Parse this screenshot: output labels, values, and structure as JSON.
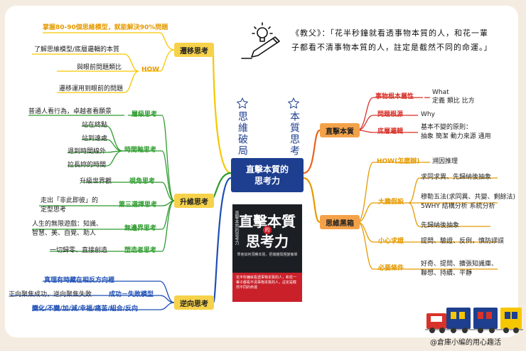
{
  "quote": {
    "line1": "《教父》：「花半秒鐘就看透事物本質的人，和花一輩",
    "line2": "子都看不清事物本質的人，註定是截然不同的命運。」"
  },
  "center": {
    "title": "直擊本質的\n思考力"
  },
  "vertical_labels": {
    "left": "思維破局",
    "right": "本質思考"
  },
  "book": {
    "title_top": "直擊本質",
    "title_bottom": "思考力",
    "seal": "的",
    "side_text": "直擊本質的思考力",
    "subtitle": "學會如何洞察本質，把複雜問題變簡單",
    "band_text": "花半秒鐘就看透事物本質的人，和花一輩子都看不清事物本質的人，註定是截然不同的命運"
  },
  "left_branches": {
    "transfer": {
      "label": "遷移思考",
      "top_note": "掌握80-90個思維模型，就能解決90%問題",
      "how": "HOW",
      "items": [
        "了解思維模型/底層邏輯的本質",
        "與眼前問題類比",
        "遷移運用到眼前的問題"
      ]
    },
    "upgrade": {
      "label": "升維思考",
      "groups": [
        {
          "label": "層級思考",
          "items": [
            "普通人看行為，卓越者看願景"
          ]
        },
        {
          "label": "時間軸思考",
          "items": [
            "站在終點",
            "站到遠處",
            "退到時間線外",
            "拉長妳的時間"
          ]
        },
        {
          "label": "視角思考",
          "items": [
            "升級世界觀"
          ]
        },
        {
          "label": "第三選擇思考",
          "items": [
            "走出「非此即彼」的",
            "定型思考"
          ]
        },
        {
          "label": "無邊界思考",
          "items": [
            "人生的無限遊戲：知識、",
            "智慧、美、自覺、助人"
          ]
        },
        {
          "label": "塑造者思考",
          "items": [
            "一切歸零、直接創造"
          ]
        }
      ]
    },
    "reverse": {
      "label": "逆向思考",
      "top_note": "真理有時藏在相反方向裡",
      "pair_label": "成功－失敗模型",
      "pair_text": "正向聚焦成功，逆向聚焦失敗",
      "bottom_note": "變化/不變/加/減/幸福/痛苦/組合/反向"
    }
  },
  "right_branches": {
    "direct": {
      "label": "直擊本質",
      "items": [
        {
          "label": "事物根本屬性",
          "values": [
            "What",
            "定義 類比 比方"
          ]
        },
        {
          "label": "問題根源",
          "values": [
            "Why"
          ]
        },
        {
          "label": "底層邏輯",
          "values": [
            "基本不變的原則：",
            "抽象 簡潔 動力來源 通用"
          ]
        }
      ]
    },
    "blackbox": {
      "label": "思維黑箱",
      "items": [
        {
          "label": "HOW(怎麼辦)",
          "values": [
            "溯因推理"
          ]
        },
        {
          "label": "大膽假設",
          "values": [
            "求同求異、先歸納後抽象",
            "穆勒五法(求同異、共變、剩餘法)",
            "5WHY 結構分析 系統分析",
            "先歸納後抽象"
          ]
        },
        {
          "label": "小心求證",
          "values": [
            "提問、驗證、反例，慎防謬誤"
          ]
        },
        {
          "label": "必要條件",
          "values": [
            "好奇、提問、擴張知識庫、",
            "聯想、持續、平靜"
          ]
        }
      ]
    }
  },
  "credit": "@倉庫小編的用心趣活",
  "colors": {
    "blue": "#1e4fb5",
    "navy": "#1e3f8f",
    "green": "#2e9b2e",
    "orange": "#e59a00",
    "red": "#d8332a",
    "box_orange": "#f4a24a",
    "box_yellow": "#f6d24a",
    "background": "#f5ece1"
  }
}
